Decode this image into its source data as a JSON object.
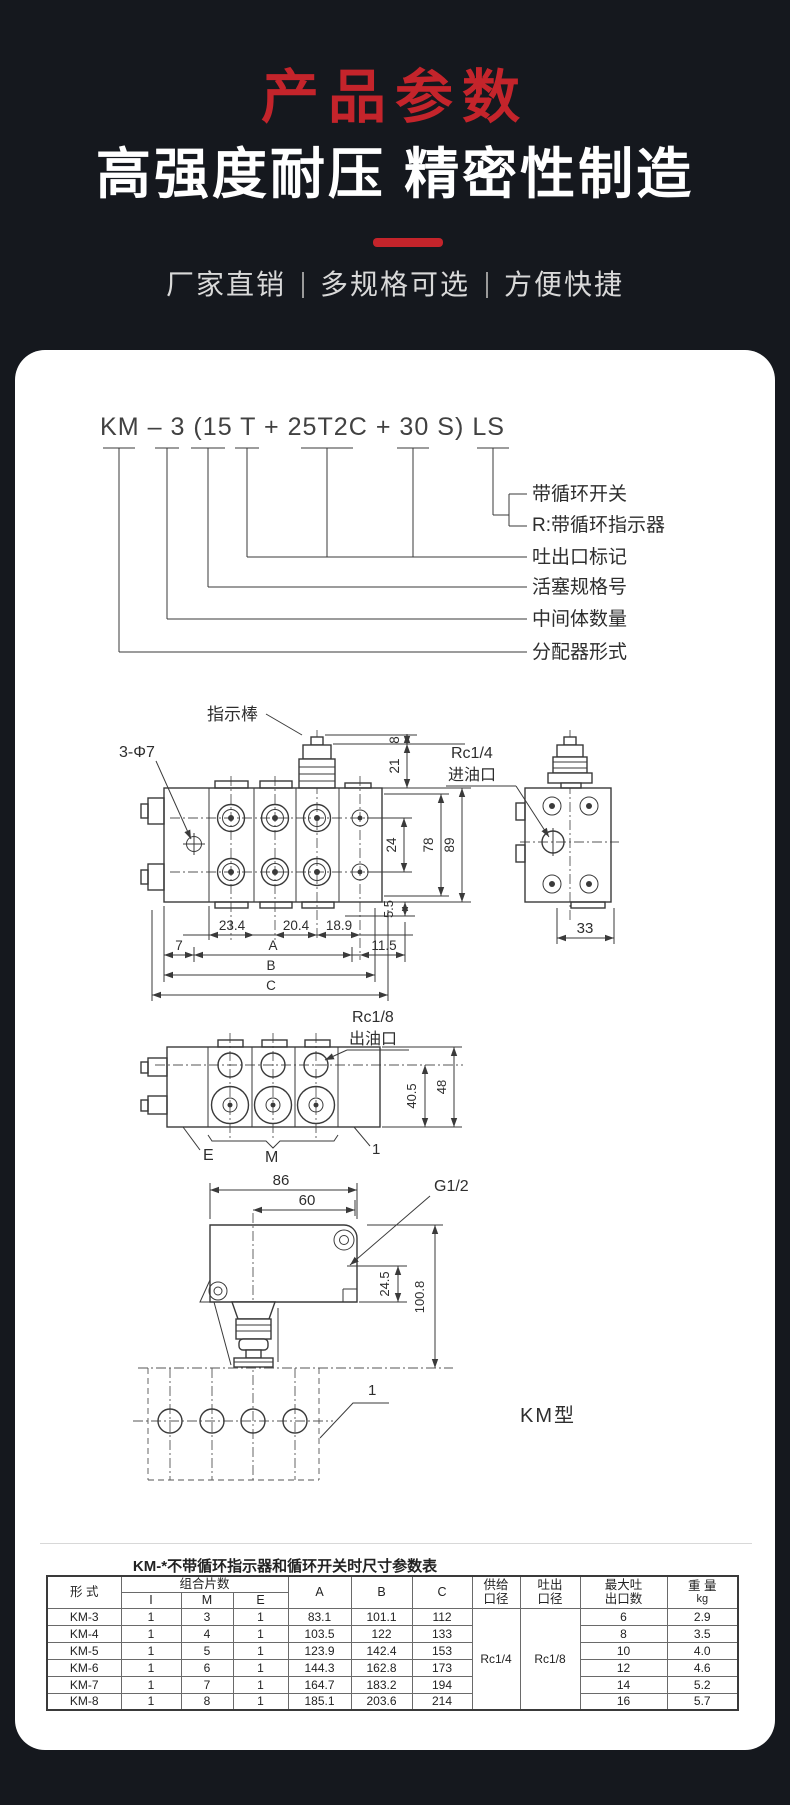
{
  "header": {
    "title": "产品参数",
    "subtitle": "高强度耐压 精密性制造",
    "tagline": [
      "厂家直销",
      "多规格可选",
      "方便快捷"
    ],
    "accent_color": "#c4242b"
  },
  "model_code": {
    "code": "KM – 3 (15 T + 25T2C + 30 S) LS",
    "labels": [
      "带循环开关",
      "R:带循环指示器",
      "吐出口标记",
      "活塞规格号",
      "中间体数量",
      "分配器形式"
    ]
  },
  "drawings": {
    "front_view": {
      "indicator_rod_label": "指示棒",
      "hole_label": "3-Φ7",
      "dim_8": "8",
      "dim_21": "21",
      "dim_24": "24",
      "dim_78": "78",
      "dim_89": "89",
      "dim_5_5": "5.5",
      "dim_23_4": "23.4",
      "dim_20_4": "20.4",
      "dim_18_9": "18.9",
      "dim_7": "7",
      "dim_A": "A",
      "dim_11_5": "11.5",
      "dim_B": "B",
      "dim_C": "C"
    },
    "side_view": {
      "port_label": "Rc1/4",
      "port_name": "进油口",
      "dim_33": "33"
    },
    "outlet_view": {
      "port_label": "Rc1/8",
      "port_name": "出油口",
      "dim_40_5": "40.5",
      "dim_48": "48",
      "label_e": "E",
      "label_m": "M",
      "label_1": "1"
    },
    "mount_view": {
      "dim_86": "86",
      "dim_60": "60",
      "port_label": "G1/2",
      "dim_24_5": "24.5",
      "dim_100_8": "100.8",
      "label_1": "1",
      "model_label": "KM型"
    }
  },
  "table": {
    "title": "KM-*不带循环指示器和循环开关时尺寸参数表",
    "headers": {
      "form": "形 式",
      "group": "组合片数",
      "i": "I",
      "m": "M",
      "e": "E",
      "a": "A",
      "b": "B",
      "c": "C",
      "supply": "供给口径",
      "discharge": "吐出口径",
      "max_outlets": "最大吐出口数",
      "weight": "重 量",
      "weight_unit": "kg"
    },
    "supply_value": "Rc1/4",
    "discharge_value": "Rc1/8",
    "rows": [
      [
        "KM-3",
        "1",
        "3",
        "1",
        "83.1",
        "101.1",
        "112",
        "6",
        "2.9"
      ],
      [
        "KM-4",
        "1",
        "4",
        "1",
        "103.5",
        "122",
        "133",
        "8",
        "3.5"
      ],
      [
        "KM-5",
        "1",
        "5",
        "1",
        "123.9",
        "142.4",
        "153",
        "10",
        "4.0"
      ],
      [
        "KM-6",
        "1",
        "6",
        "1",
        "144.3",
        "162.8",
        "173",
        "12",
        "4.6"
      ],
      [
        "KM-7",
        "1",
        "7",
        "1",
        "164.7",
        "183.2",
        "194",
        "14",
        "5.2"
      ],
      [
        "KM-8",
        "1",
        "8",
        "1",
        "185.1",
        "203.6",
        "214",
        "16",
        "5.7"
      ]
    ]
  }
}
